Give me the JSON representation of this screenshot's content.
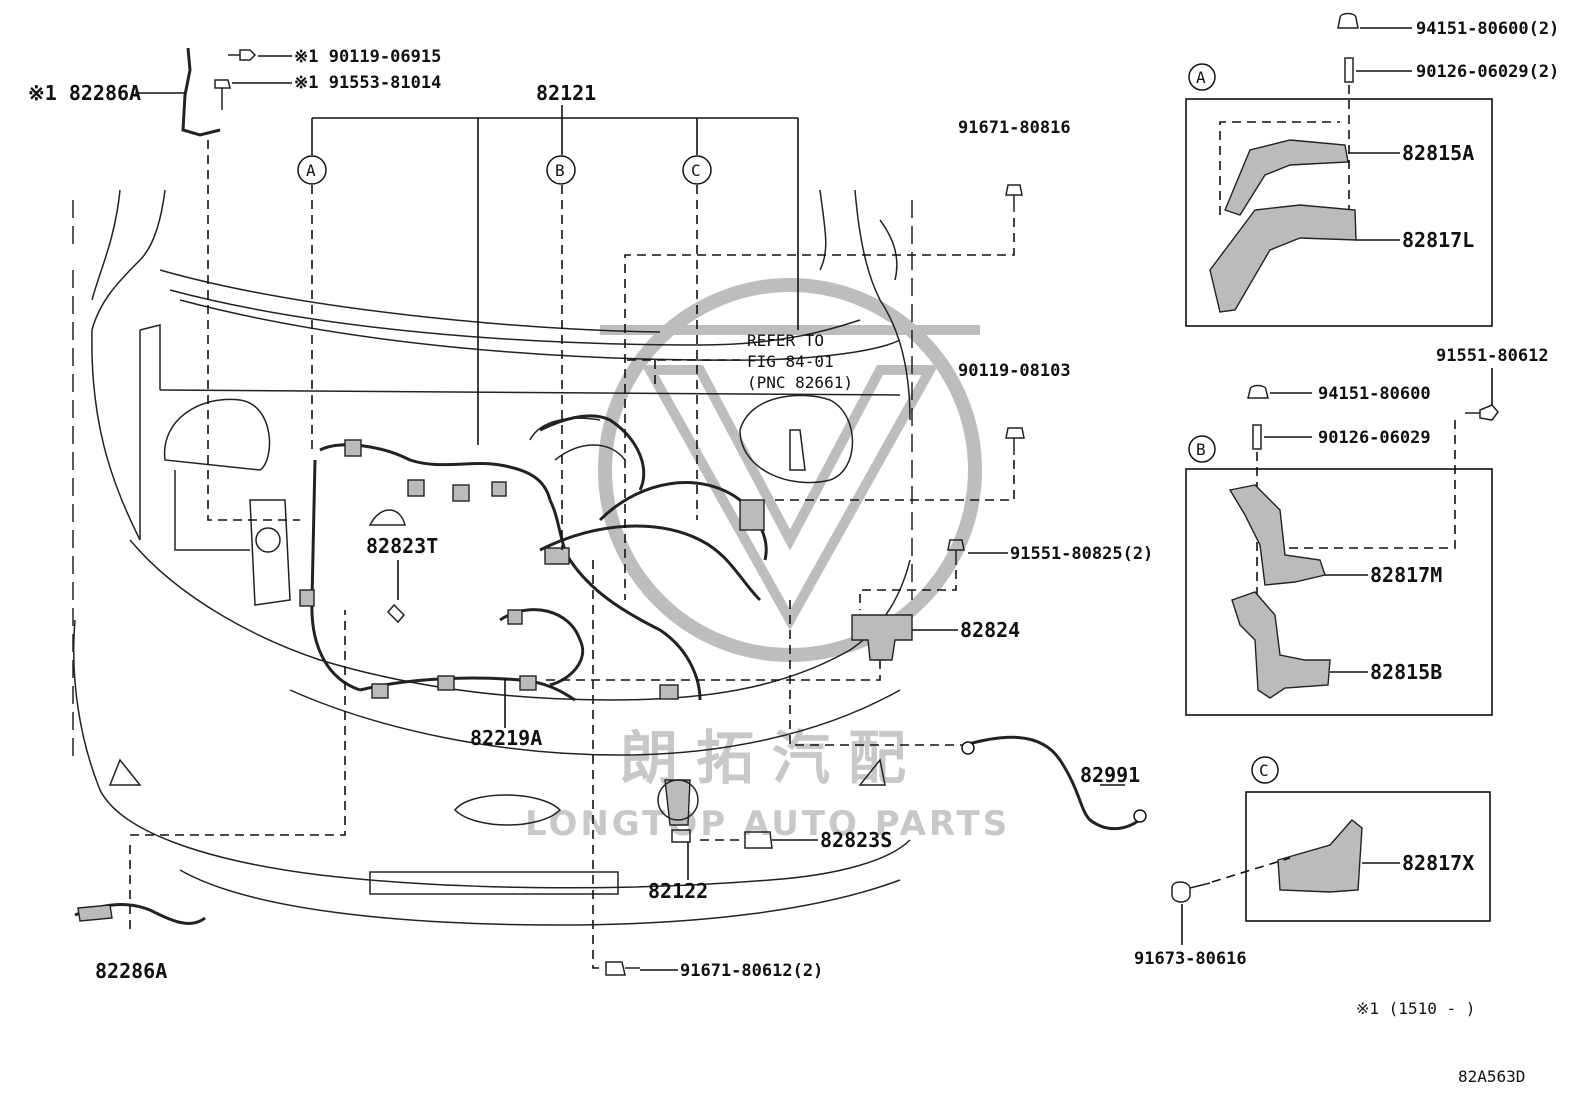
{
  "watermark": {
    "cn": "朗拓汽配",
    "en": "LONGTOP AUTO PARTS"
  },
  "labels": {
    "p90119_06915": "※1 90119-06915",
    "p91553_81014": "※1 91553-81014",
    "p82286A_top": "※1 82286A",
    "p82121": "82121",
    "p91671_80816": "91671-80816",
    "refer1": "REFER TO",
    "refer2": "FIG 84-01",
    "refer3": "(PNC 82661)",
    "p90119_08103": "90119-08103",
    "p82823T": "82823T",
    "p91551_80825": "91551-80825(2)",
    "p82824": "82824",
    "p82219A": "82219A",
    "p82991": "82991",
    "p82823S": "82823S",
    "p82122": "82122",
    "p82286A_bottom": "82286A",
    "p91671_80612": "91671-80612(2)",
    "p94151_80600_2": "94151-80600(2)",
    "p90126_06029_2": "90126-06029(2)",
    "p82815A": "82815A",
    "p82817L": "82817L",
    "p91551_80612": "91551-80612",
    "p94151_80600": "94151-80600",
    "p90126_06029": "90126-06029",
    "p82817M": "82817M",
    "p82815B": "82815B",
    "p82817X": "82817X",
    "p91673_80616": "91673-80616",
    "footnote": "※1 (1510 -    )",
    "diagram_id": "82A563D"
  },
  "callouts": {
    "a": "A",
    "b": "B",
    "c": "C"
  }
}
